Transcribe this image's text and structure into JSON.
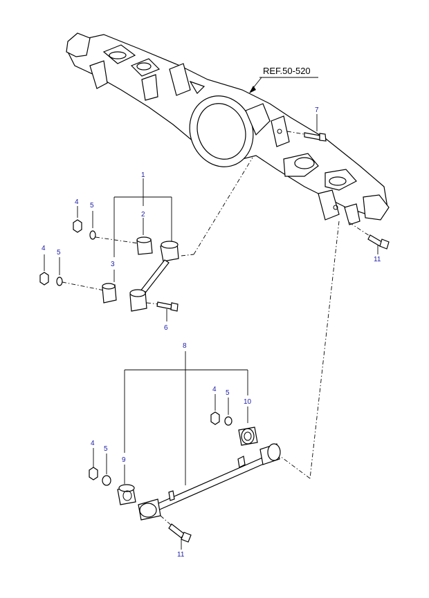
{
  "reference": {
    "text": "REF.50-520"
  },
  "callouts": {
    "c1": "1",
    "c2": "2",
    "c3": "3",
    "c4a": "4",
    "c5a": "5",
    "c4b": "4",
    "c5b": "5",
    "c6": "6",
    "c7": "7",
    "c8": "8",
    "c9": "9",
    "c10": "10",
    "c11a": "11",
    "c11b": "11",
    "c4c": "4",
    "c5c": "5",
    "c4d": "4",
    "c5d": "5"
  },
  "colors": {
    "callout_number": "#1a1aa6",
    "line": "#000000",
    "background": "#ffffff"
  }
}
